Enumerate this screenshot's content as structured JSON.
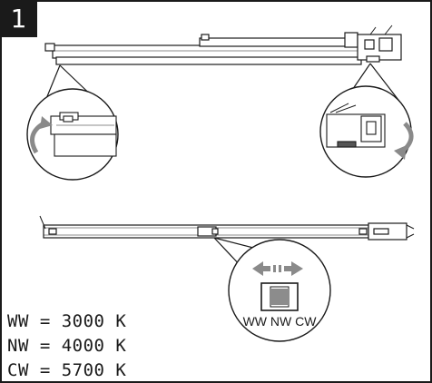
{
  "step": {
    "number": "1"
  },
  "switch": {
    "label": "WW NW CW"
  },
  "color_temps": [
    {
      "text": "WW = 3000 K"
    },
    {
      "text": "NW = 4000 K"
    },
    {
      "text": "CW = 5700 K"
    }
  ],
  "icons": [
    "rotate-arrow-icon",
    "rotate-arrow-icon",
    "double-arrow-icon",
    "switch-icon"
  ]
}
